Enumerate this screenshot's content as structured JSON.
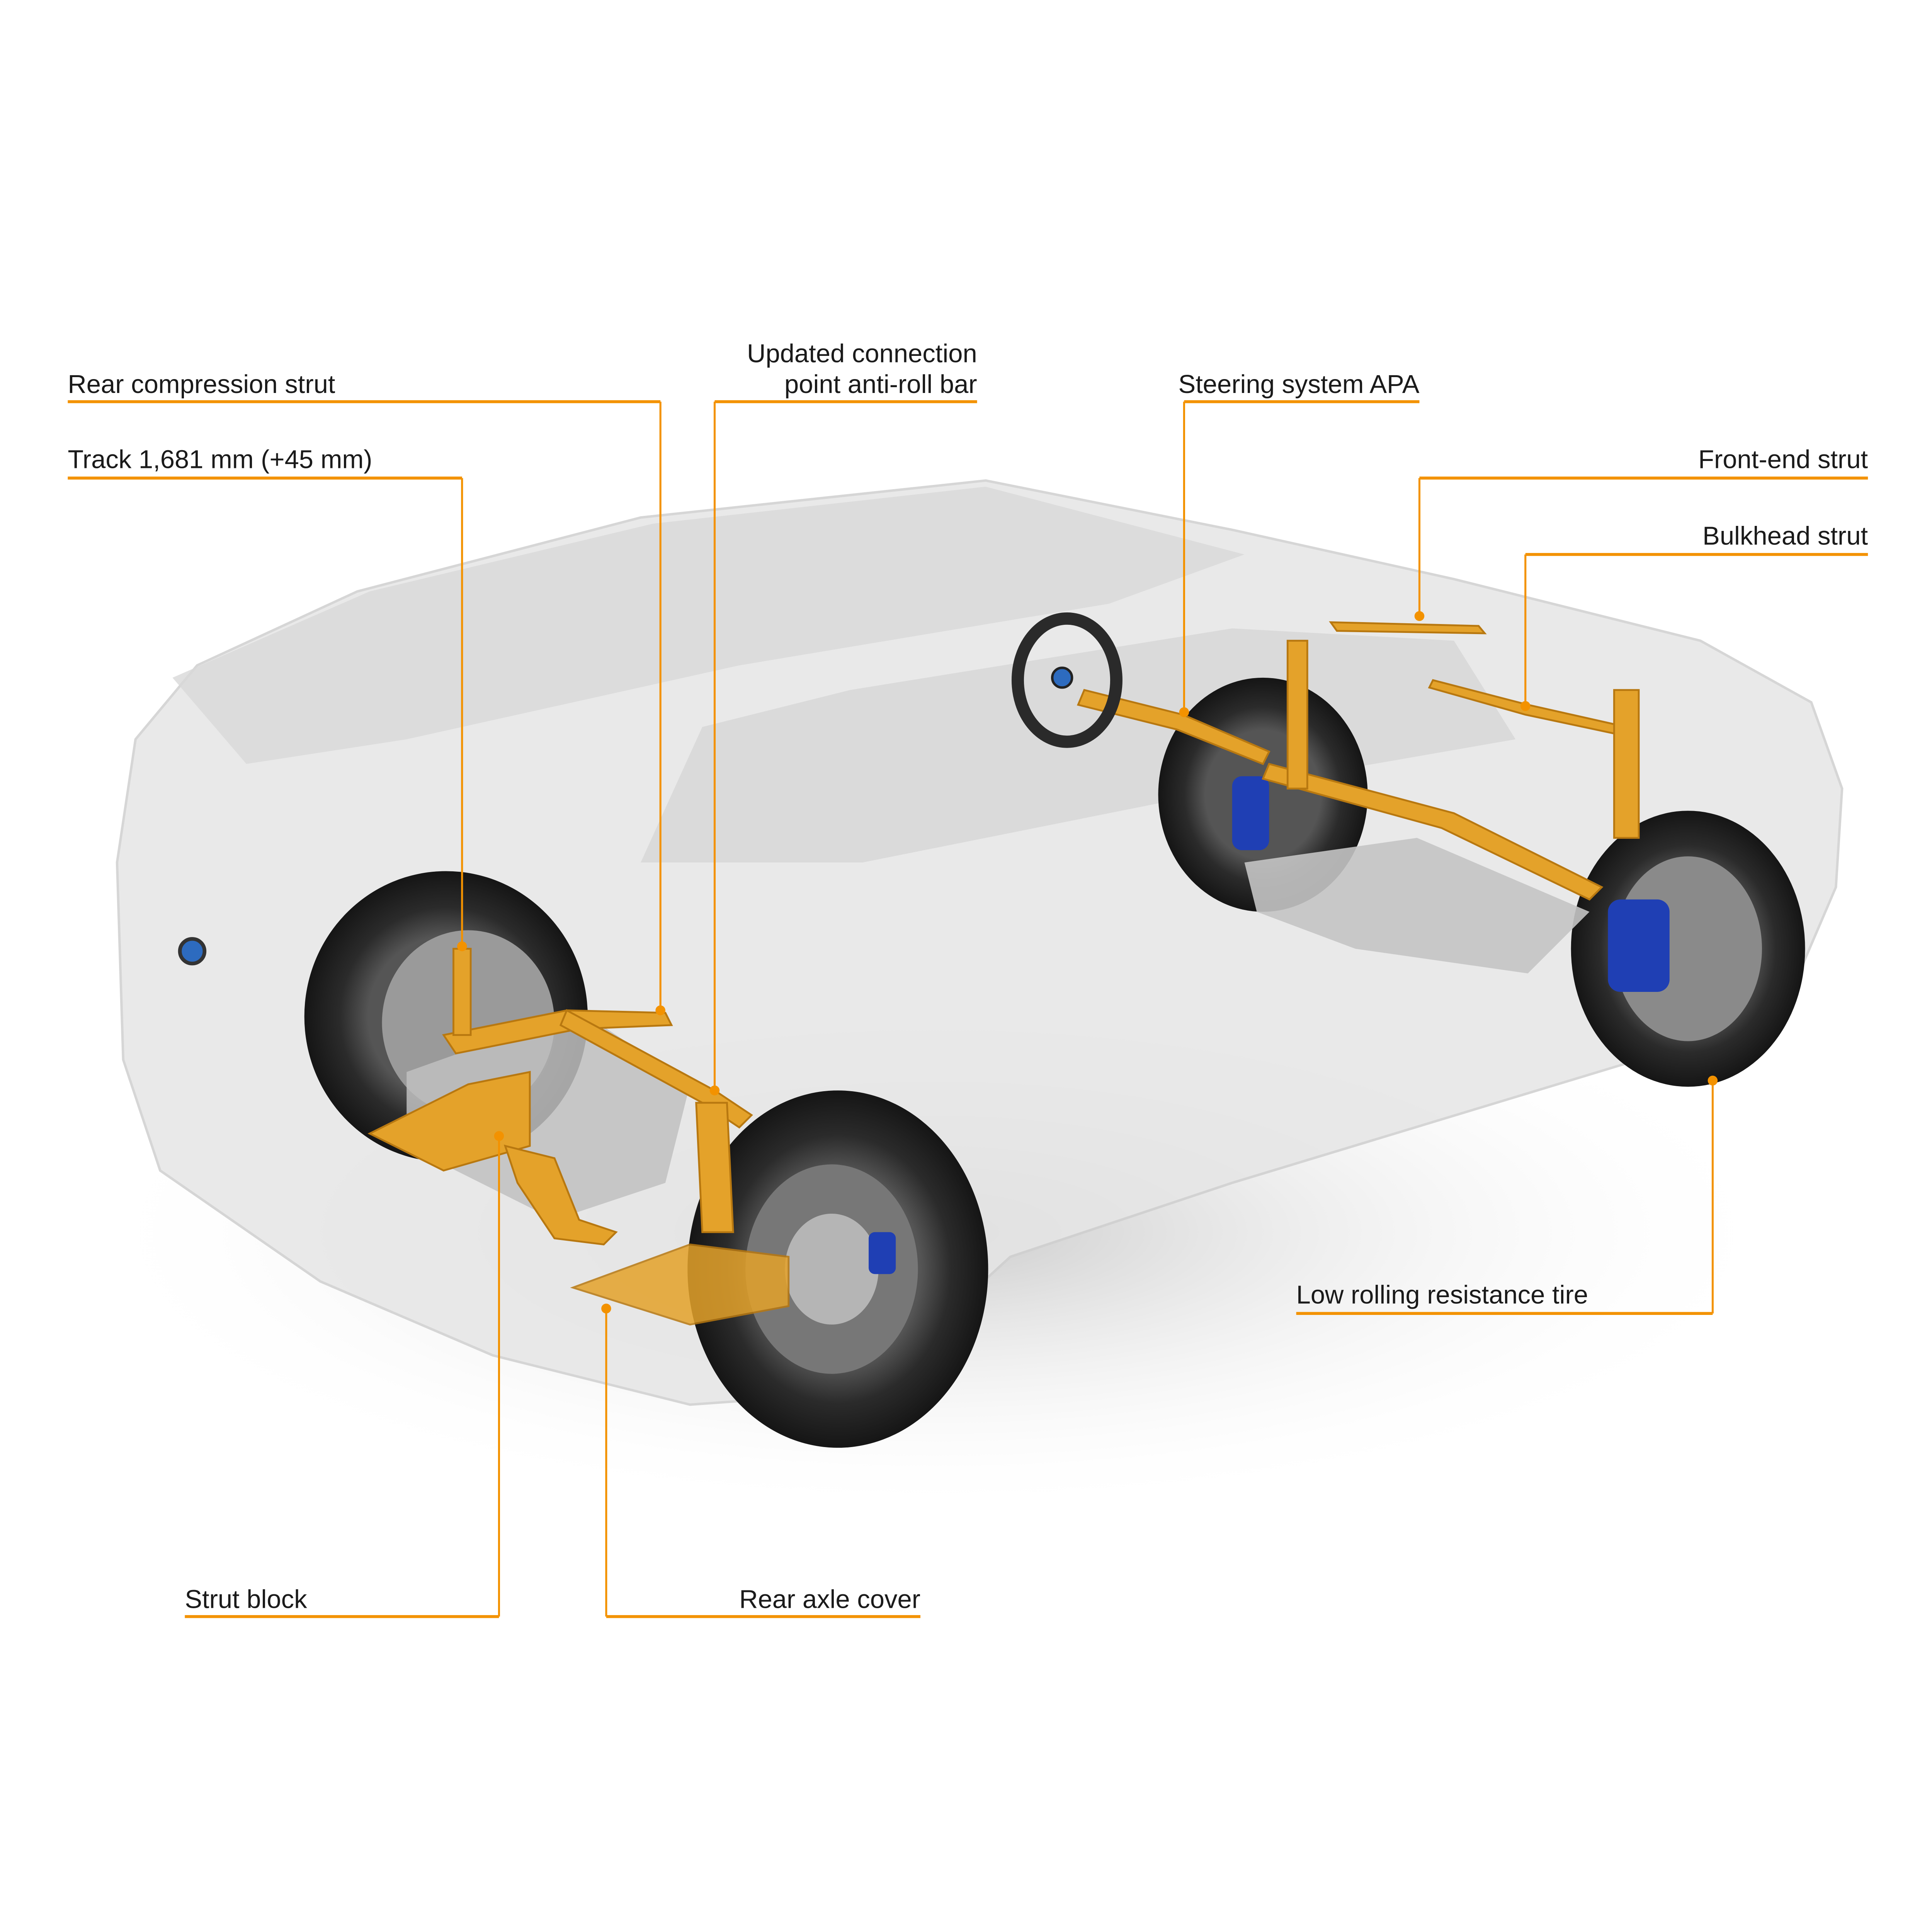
{
  "colors": {
    "accent": "#f39200",
    "body": "#e2e2e2",
    "brake": "#1f3fb4",
    "tire": "#2a2a2a"
  },
  "labels": {
    "rear_compression_strut": "Rear compression strut",
    "track": "Track 1,681 mm (+45 mm)",
    "anti_roll_line1": "Updated connection",
    "anti_roll_line2": "point anti-roll bar",
    "steering": "Steering system APA",
    "front_end_strut": "Front-end strut",
    "bulkhead_strut": "Bulkhead strut",
    "tire": "Low rolling resistance tire",
    "strut_block": "Strut block",
    "rear_axle_cover": "Rear axle cover"
  }
}
